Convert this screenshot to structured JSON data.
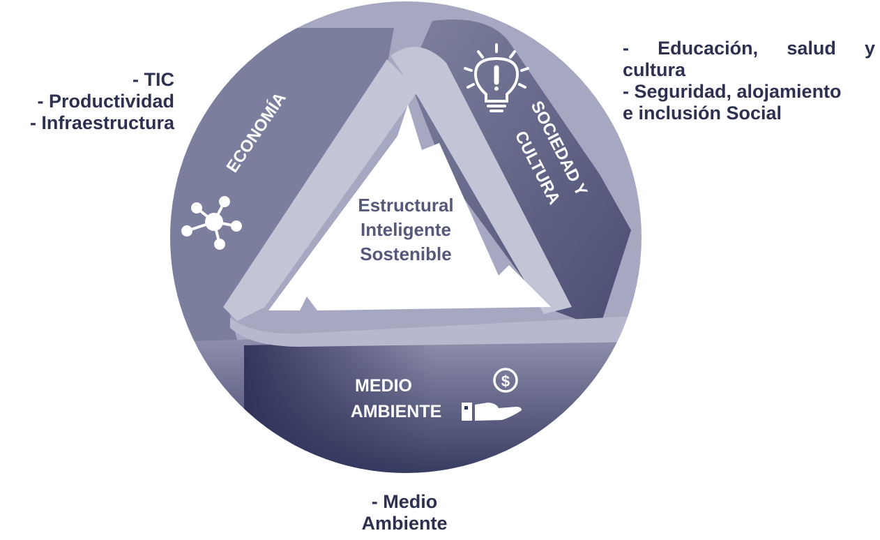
{
  "colors": {
    "circle_light": "#a7a8c1",
    "circle_mid": "#7f819f",
    "ribbon_light": "#c4c4d7",
    "band_top": "#8e8fad",
    "band_bottom": "#2f3259",
    "text_dark": "#2e3050",
    "white": "#ffffff"
  },
  "center": {
    "line1": "Estructural",
    "line2": "Inteligente",
    "line3": "Sostenible"
  },
  "segments": {
    "economia": {
      "label": "ECONOMÍA",
      "icon": "network-nodes-icon"
    },
    "sociedad": {
      "label_line1": "SOCIEDAD Y",
      "label_line2": "CULTURA",
      "icon": "lightbulb-icon"
    },
    "medio": {
      "label_line1": "MEDIO",
      "label_line2": "AMBIENTE",
      "icon": "hand-coin-icon",
      "coin_symbol": "$"
    }
  },
  "annotations": {
    "left": [
      "- TIC",
      "- Productividad",
      "- Infraestructura"
    ],
    "right": [
      "- Educación, salud y",
      "cultura",
      "- Seguridad, alojamiento",
      "e inclusión Social"
    ],
    "bottom": [
      "- Medio",
      "Ambiente"
    ]
  }
}
